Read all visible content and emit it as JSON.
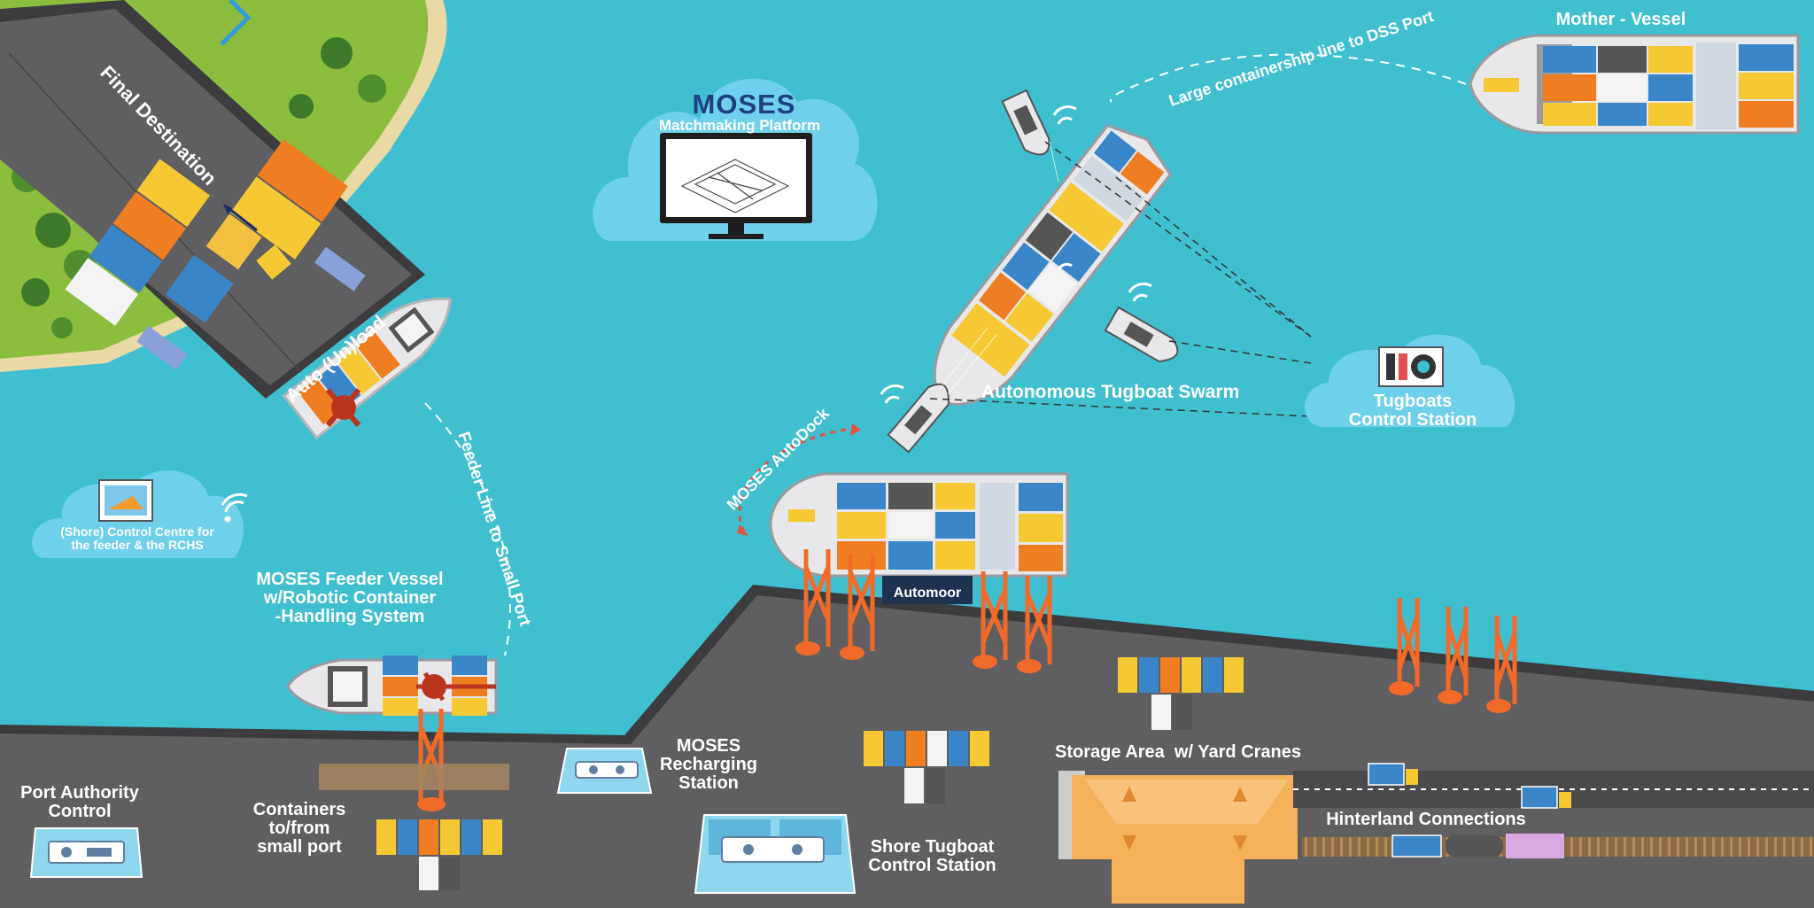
{
  "colors": {
    "sea": "#3fbfd0",
    "land": "#5f5f61",
    "land_edge": "#3c3c3e",
    "container_blue": "#3a86c8",
    "container_orange": "#ef7d22",
    "container_yellow": "#f6c833",
    "container_white": "#f4f4f4",
    "container_dark": "#555555",
    "crane": "#f26a2a",
    "cloud": "#6fd0ec",
    "hull": "#e8e8ea"
  },
  "labels": {
    "final_destination": "Final Destination",
    "auto_unload": "Auto (Un)load",
    "moses_logo": "MOSES",
    "matchmaking_platform": "Matchmaking Platform",
    "mother_vessel": "Mother - Vessel",
    "large_line": "Large containership line to DSS Port",
    "tugboat_swarm": "Autonomous Tugboat Swarm",
    "tugboats_control_station": [
      "Tugboats",
      "Control Station"
    ],
    "autodock": "MOSES AutoDock",
    "automoor": "Automoor",
    "shore_control_centre": [
      "(Shore) Control Centre for",
      "the feeder & the RCHS"
    ],
    "feeder_vessel": [
      "MOSES Feeder Vessel",
      "w/Robotic Container",
      "-Handling System"
    ],
    "feeder_line": "Feeder Line to Small Port",
    "recharging_station": [
      "MOSES",
      "Recharging",
      "Station"
    ],
    "port_authority": [
      "Port Authority",
      "Control"
    ],
    "containers_small_port": [
      "Containers",
      "to/from",
      "small port"
    ],
    "shore_tugboat_station": [
      "Shore Tugboat",
      "Control Station"
    ],
    "storage_area": "Storage Area  w/ Yard Cranes",
    "hinterland": "Hinterland Connections"
  },
  "icons": [
    "wifi-icon",
    "monitor-icon",
    "control-panel-icon",
    "crane-icon",
    "truck-icon",
    "train-icon",
    "tugboat-icon",
    "ship-icon"
  ]
}
